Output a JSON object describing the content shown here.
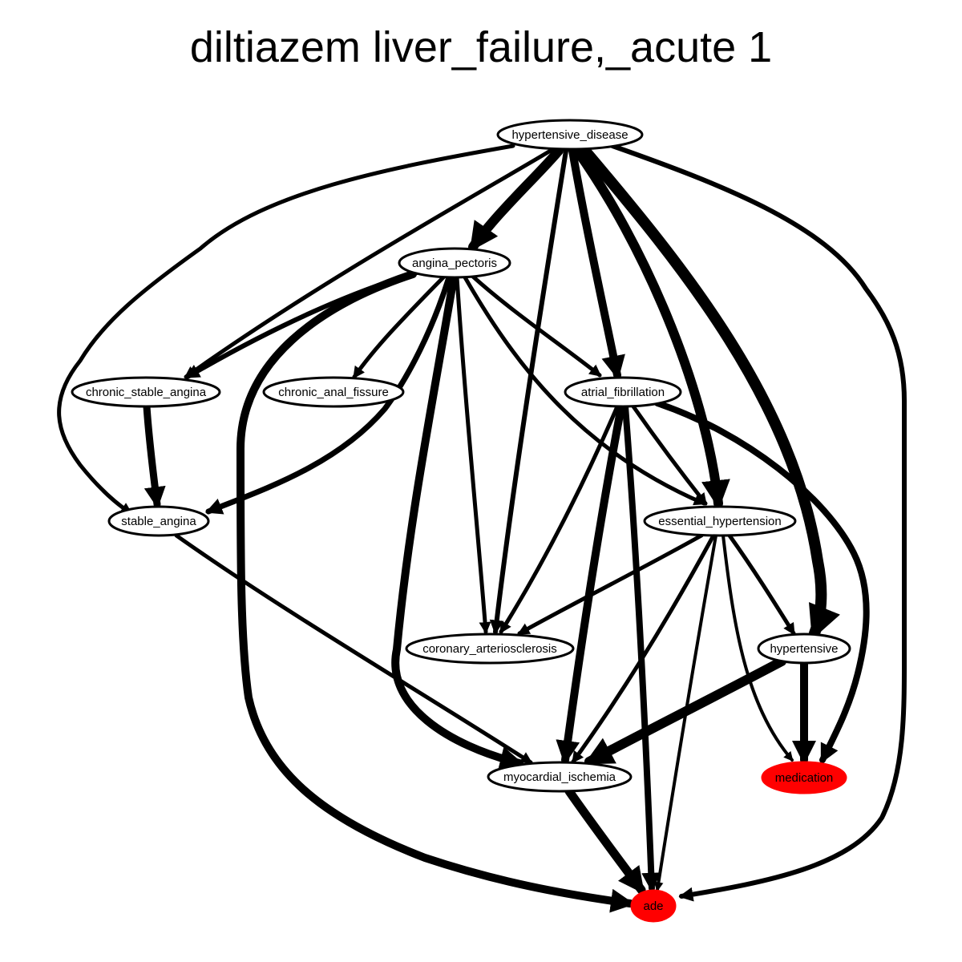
{
  "title": "diltiazem liver_failure,_acute 1",
  "nodes": {
    "hypertensive_disease": {
      "label": "hypertensive_disease",
      "fill": "#ffffff"
    },
    "angina_pectoris": {
      "label": "angina_pectoris",
      "fill": "#ffffff"
    },
    "chronic_stable_angina": {
      "label": "chronic_stable_angina",
      "fill": "#ffffff"
    },
    "chronic_anal_fissure": {
      "label": "chronic_anal_fissure",
      "fill": "#ffffff"
    },
    "atrial_fibrillation": {
      "label": "atrial_fibrillation",
      "fill": "#ffffff"
    },
    "stable_angina": {
      "label": "stable_angina",
      "fill": "#ffffff"
    },
    "essential_hypertension": {
      "label": "essential_hypertension",
      "fill": "#ffffff"
    },
    "coronary_arteriosclerosis": {
      "label": "coronary_arteriosclerosis",
      "fill": "#ffffff"
    },
    "hypertensive": {
      "label": "hypertensive",
      "fill": "#ffffff"
    },
    "myocardial_ischemia": {
      "label": "myocardial_ischemia",
      "fill": "#ffffff"
    },
    "medication": {
      "label": "medication",
      "fill": "#ff0000"
    },
    "ade": {
      "label": "ade",
      "fill": "#ff0000"
    }
  },
  "edges": [
    {
      "from": "hypertensive_disease",
      "to": "angina_pectoris"
    },
    {
      "from": "hypertensive_disease",
      "to": "chronic_stable_angina"
    },
    {
      "from": "hypertensive_disease",
      "to": "stable_angina"
    },
    {
      "from": "hypertensive_disease",
      "to": "atrial_fibrillation"
    },
    {
      "from": "hypertensive_disease",
      "to": "essential_hypertension"
    },
    {
      "from": "hypertensive_disease",
      "to": "coronary_arteriosclerosis"
    },
    {
      "from": "hypertensive_disease",
      "to": "hypertensive"
    },
    {
      "from": "hypertensive_disease",
      "to": "ade"
    },
    {
      "from": "angina_pectoris",
      "to": "chronic_stable_angina"
    },
    {
      "from": "angina_pectoris",
      "to": "chronic_anal_fissure"
    },
    {
      "from": "angina_pectoris",
      "to": "atrial_fibrillation"
    },
    {
      "from": "angina_pectoris",
      "to": "stable_angina"
    },
    {
      "from": "angina_pectoris",
      "to": "essential_hypertension"
    },
    {
      "from": "angina_pectoris",
      "to": "coronary_arteriosclerosis"
    },
    {
      "from": "angina_pectoris",
      "to": "myocardial_ischemia"
    },
    {
      "from": "angina_pectoris",
      "to": "ade"
    },
    {
      "from": "chronic_stable_angina",
      "to": "stable_angina"
    },
    {
      "from": "atrial_fibrillation",
      "to": "essential_hypertension"
    },
    {
      "from": "atrial_fibrillation",
      "to": "coronary_arteriosclerosis"
    },
    {
      "from": "atrial_fibrillation",
      "to": "myocardial_ischemia"
    },
    {
      "from": "atrial_fibrillation",
      "to": "ade"
    },
    {
      "from": "atrial_fibrillation",
      "to": "medication"
    },
    {
      "from": "stable_angina",
      "to": "myocardial_ischemia"
    },
    {
      "from": "essential_hypertension",
      "to": "coronary_arteriosclerosis"
    },
    {
      "from": "essential_hypertension",
      "to": "hypertensive"
    },
    {
      "from": "essential_hypertension",
      "to": "myocardial_ischemia"
    },
    {
      "from": "essential_hypertension",
      "to": "ade"
    },
    {
      "from": "essential_hypertension",
      "to": "medication"
    },
    {
      "from": "hypertensive",
      "to": "myocardial_ischemia"
    },
    {
      "from": "hypertensive",
      "to": "medication"
    },
    {
      "from": "myocardial_ischemia",
      "to": "ade"
    }
  ]
}
